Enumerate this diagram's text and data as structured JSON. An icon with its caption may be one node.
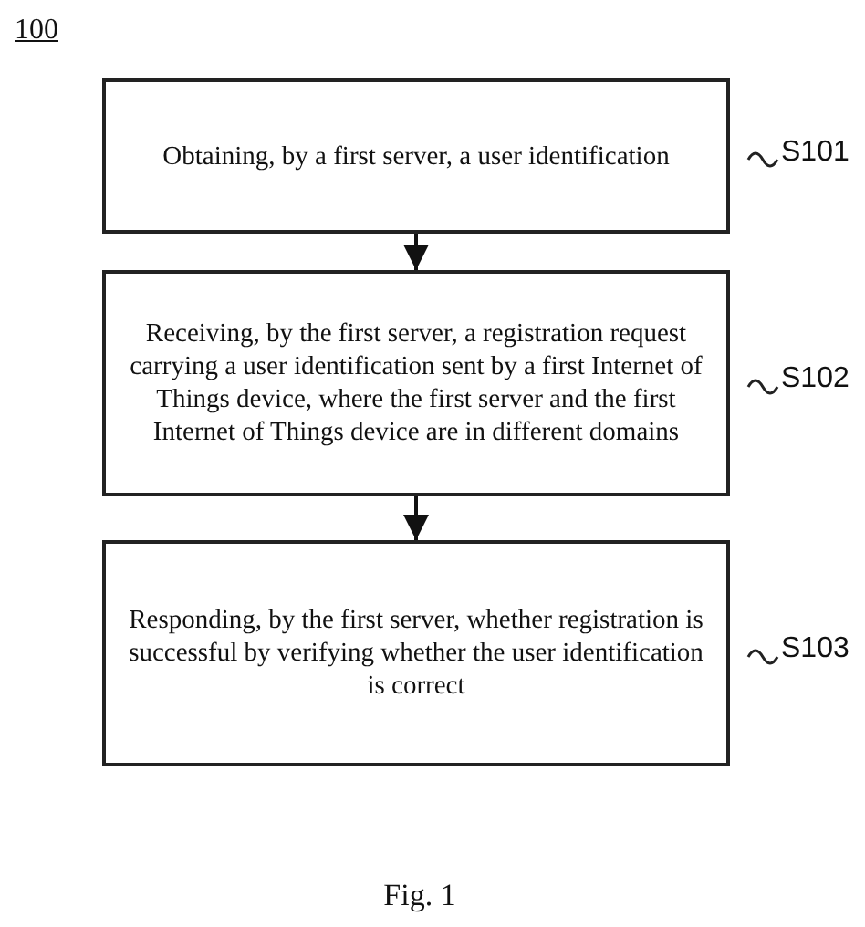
{
  "diagram": {
    "caption": "Fig. 1",
    "nodes": [
      {
        "text": [
          "Obtaining, by a first server, a user identification"
        ],
        "beside": [
          "S101"
        ]
      },
      {
        "text": [
          "Receiving, by the first server, a registration request carrying a user identification sent by a first Internet of Things device, where the first server and the first Internet of Things device are in different domains"
        ],
        "beside": [
          "S102"
        ]
      },
      {
        "text": [
          "Responding, by the first server, whether registration is successful by verifying whether the user identification is correct"
        ],
        "beside": [
          "S103"
        ]
      }
    ],
    "edges": [
      {
        "from": 0,
        "to": 1,
        "arrow": "to"
      },
      {
        "from": 1,
        "to": 2,
        "arrow": "to"
      }
    ],
    "labels": [
      "100"
    ]
  }
}
